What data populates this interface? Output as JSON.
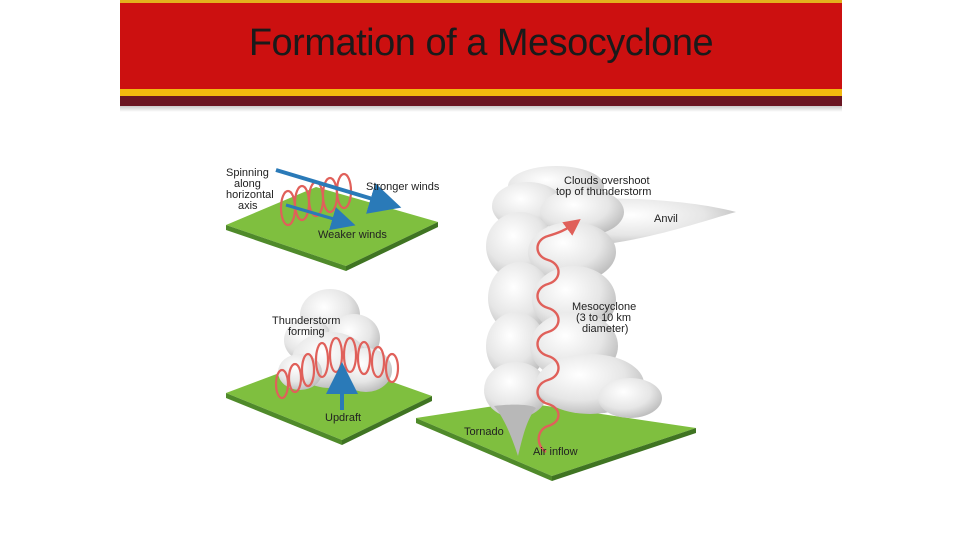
{
  "header": {
    "title": "Formation of a Mesocyclone"
  },
  "labels": {
    "spinning": [
      "Spinning",
      "along",
      "horizontal",
      "axis"
    ],
    "stronger_winds": "Stronger winds",
    "weaker_winds": "Weaker winds",
    "thunderstorm_forming": [
      "Thunderstorm",
      "forming"
    ],
    "updraft": "Updraft",
    "clouds_overshoot": [
      "Clouds overshoot",
      "top of thunderstorm"
    ],
    "anvil": "Anvil",
    "mesocyclone": [
      "Mesocyclone",
      "(3 to 10 km",
      "diameter)"
    ],
    "tornado": "Tornado",
    "air_inflow": "Air inflow"
  },
  "colors": {
    "banner_red": "#cc1010",
    "banner_gold": "#f2b90e",
    "banner_maroon": "#6a1522",
    "grass": "#7fbf3f",
    "arrow_blue": "#2a7ab8",
    "spiral_red": "#e0605a"
  }
}
